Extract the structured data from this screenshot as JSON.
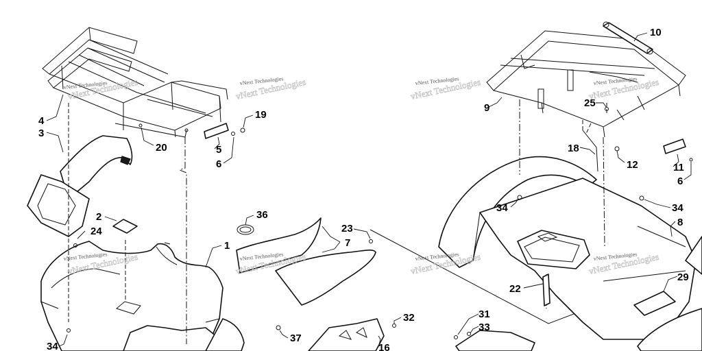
{
  "callouts": {
    "c1": "1",
    "c2": "2",
    "c3": "3",
    "c4": "4",
    "c5": "5",
    "c6a": "6",
    "c6b": "6",
    "c7": "7",
    "c8": "8",
    "c9": "9",
    "c10": "10",
    "c11": "11",
    "c12": "12",
    "c16": "16",
    "c18": "18",
    "c19": "19",
    "c20": "20",
    "c22": "22",
    "c23": "23",
    "c24": "24",
    "c25": "25",
    "c29": "29",
    "c31": "31",
    "c32": "32",
    "c33": "33",
    "c34a": "34",
    "c34b": "34",
    "c34c": "34",
    "c36": "36",
    "c37": "37"
  },
  "watermark": {
    "text": "vNext Technologies"
  }
}
